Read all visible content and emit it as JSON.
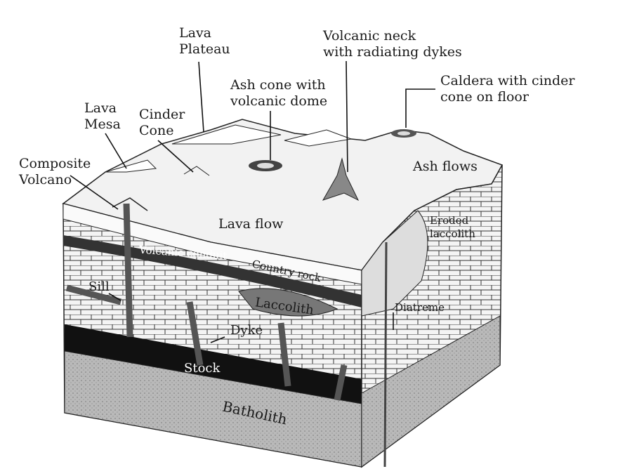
{
  "labels": {
    "lava_plateau": [
      "Lava",
      "Plateau"
    ],
    "volcanic_neck": [
      "Volcanic neck",
      "with radiating dykes"
    ],
    "ash_cone": [
      "Ash cone with",
      "volcanic dome"
    ],
    "caldera": [
      "Caldera with cinder",
      "cone on floor"
    ],
    "lava_mesa": [
      "Lava",
      "Mesa"
    ],
    "cinder_cone": [
      "Cinder",
      "Cone"
    ],
    "composite_volcano": [
      "Composite",
      "Volcano"
    ],
    "ash_flows": "Ash flows",
    "lava_flow": "Lava flow",
    "eroded_laccolith": [
      "Eroded",
      "laccolith"
    ],
    "volcanic_conduit": "Volcanic conduit",
    "country_rock": "Country rock",
    "sill": "Sill",
    "laccolith": "Laccolith",
    "diatreme": "Diatreme",
    "dyke": "Dyke",
    "stock": "Stock",
    "batholith": "Batholith"
  }
}
